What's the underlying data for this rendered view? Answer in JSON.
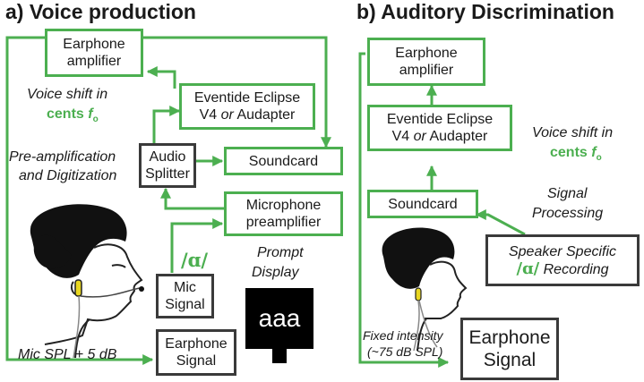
{
  "panel_a": {
    "title": "a) Voice production",
    "earphone_amplifier": [
      "Earphone",
      "amplifier"
    ],
    "eventide": [
      "Eventide Eclipse",
      "V4 ",
      "or",
      " Audapter"
    ],
    "voice_shift": [
      "Voice shift in",
      "cents ",
      "f",
      "o"
    ],
    "pre_amp": [
      "Pre-amplification",
      "and Digitization"
    ],
    "audio_splitter": [
      "Audio",
      "Splitter"
    ],
    "soundcard": "Soundcard",
    "mic_preamp": [
      "Microphone",
      "preamplifier"
    ],
    "vowel": "/ɑ/",
    "mic_signal": [
      "Mic",
      "Signal"
    ],
    "prompt_display": [
      "Prompt",
      "Display"
    ],
    "prompt_text": "aaa",
    "earphone_signal": [
      "Earphone",
      "Signal"
    ],
    "mic_spl": "Mic SPL + 5 dB"
  },
  "panel_b": {
    "title": "b) Auditory Discrimination",
    "earphone_amplifier": [
      "Earphone",
      "amplifier"
    ],
    "eventide": [
      "Eventide Eclipse",
      "V4 ",
      "or",
      " Audapter"
    ],
    "voice_shift": [
      "Voice shift in",
      "cents ",
      "f",
      "o"
    ],
    "signal_processing": [
      "Signal",
      "Processing"
    ],
    "soundcard": "Soundcard",
    "speaker_recording": [
      "Speaker Specific",
      "/ɑ/",
      " Recording"
    ],
    "fixed_intensity": [
      "Fixed intensity",
      "(~75 dB SPL)"
    ],
    "earphone_signal": [
      "Earphone",
      "Signal"
    ]
  },
  "colors": {
    "arrow": "#4caf50",
    "dark": "#3a3a3a"
  }
}
